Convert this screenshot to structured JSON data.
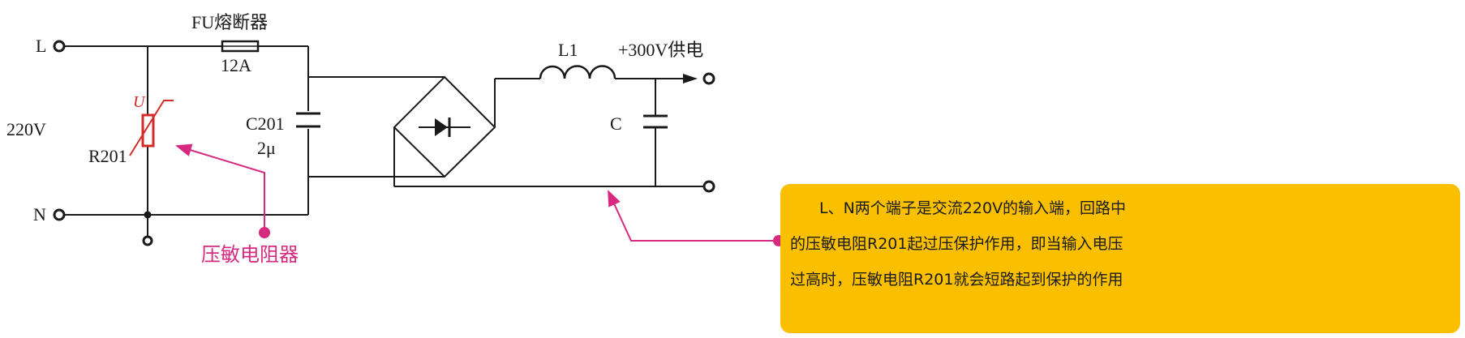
{
  "labels": {
    "l_terminal": "L",
    "n_terminal": "N",
    "input_voltage": "220V",
    "fuse": "FU熔断器",
    "fuse_rating": "12A",
    "varistor_name": "R201",
    "varistor_symbol": "U",
    "capacitor_name": "C201",
    "capacitor_value": "2μ",
    "inductor_name": "L1",
    "output_voltage": "+300V供电",
    "output_capacitor": "C"
  },
  "annotation": {
    "varistor_label": "压敏电阻器",
    "callout_lines": [
      "L、N两个端子是交流220V的输入端，回路中",
      "的压敏电阻R201起过压保护作用，即当输入电压",
      "过高时，压敏电阻R201就会短路起到保护的作用"
    ]
  },
  "colors": {
    "wire": "#1a1a1a",
    "varistor": "#d42a2a",
    "annotation_pink": "#d6297f",
    "callout_background": "#fac000"
  }
}
